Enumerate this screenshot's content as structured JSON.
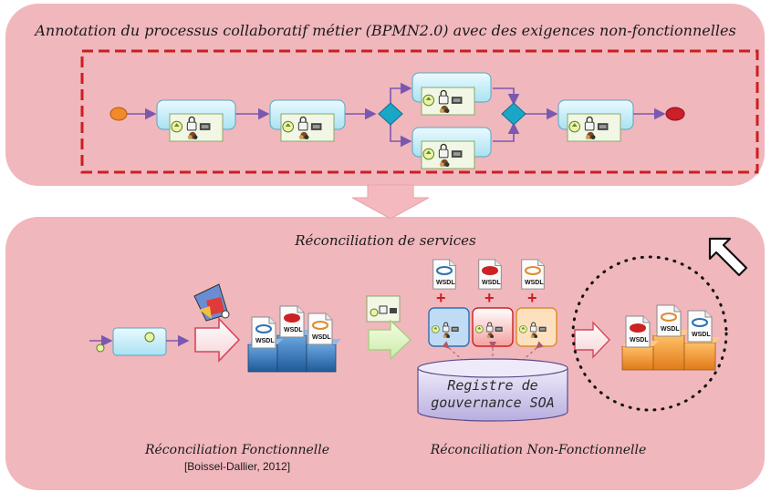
{
  "top": {
    "title": "Annotation du processus collaboratif métier (BPMN2.0) avec des exigences non-fonctionnelles"
  },
  "bottom": {
    "title": "Réconciliation de services",
    "functional_caption": "Réconciliation Fonctionnelle",
    "functional_citation": "[Boissel-Dallier, 2012]",
    "nonfunctional_caption": "Réconciliation Non-Fonctionnelle",
    "registry_line1": "Registre de",
    "registry_line2": "gouvernance SOA",
    "wsdl": "WSDL",
    "plus": "+"
  },
  "colors": {
    "panel": "#f0b7bd",
    "dashed_border": "#cc1f1f",
    "task_fill": "#cdeff8",
    "gateway": "#1aa6c7",
    "start_event": "#f08a2a",
    "end_event": "#cc1f2a",
    "sequence_flow": "#7b58b0",
    "cube_blue": "#2f6fb0",
    "cube_orange": "#f0922e",
    "registry_fill": "#ccc4ea"
  }
}
